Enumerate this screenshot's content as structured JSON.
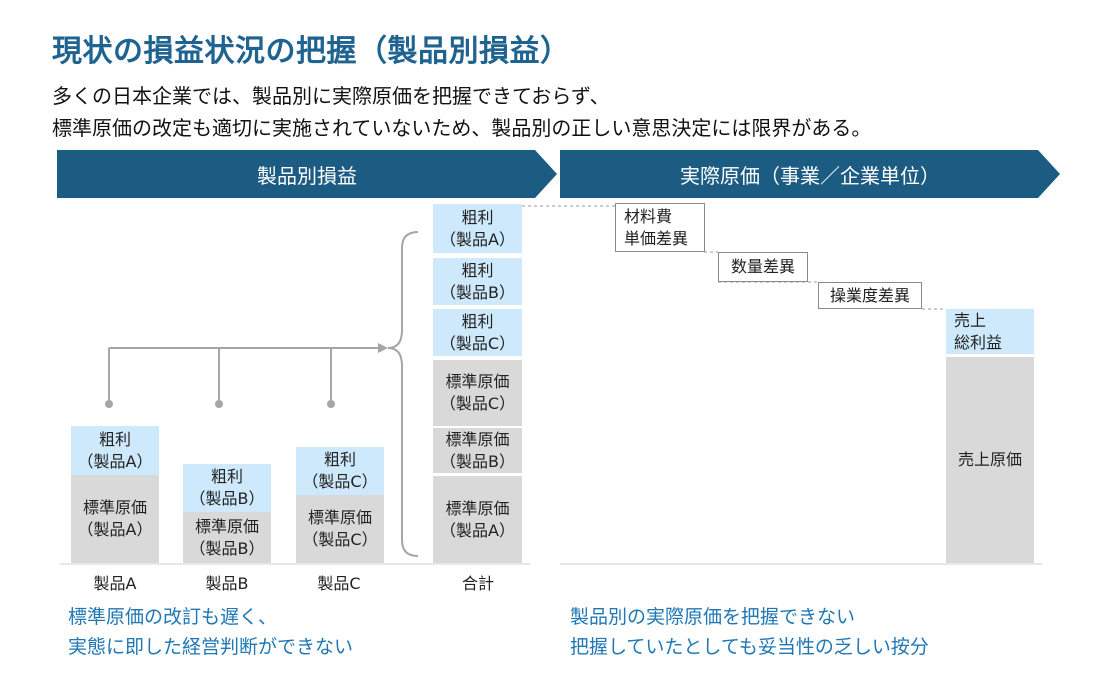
{
  "title": "現状の損益状況の把握（製品別損益）",
  "subtitle_lines": [
    "多くの日本企業では、製品別に実際原価を把握できておらず、",
    "標準原価の改定も適切に実施されていないため、製品別の正しい意思決定には限界がある。"
  ],
  "banner_left": "製品別損益",
  "banner_right": "実際原価（事業／企業単位）",
  "products": {
    "a": {
      "profit": "粗利\n（製品A）",
      "cost": "標準原価\n（製品A）",
      "label": "製品A"
    },
    "b": {
      "profit": "粗利\n（製品B）",
      "cost": "標準原価\n（製品B）",
      "label": "製品B"
    },
    "c": {
      "profit": "粗利\n（製品C）",
      "cost": "標準原価\n（製品C）",
      "label": "製品C"
    }
  },
  "total": {
    "label": "合計",
    "profit_a": "粗利\n（製品A）",
    "profit_b": "粗利\n（製品B）",
    "profit_c": "粗利\n（製品C）",
    "cost_c": "標準原価\n（製品C）",
    "cost_b": "標準原価\n（製品B）",
    "cost_a": "標準原価\n（製品A）"
  },
  "waterfall": {
    "material_variance": "材料費\n単価差異",
    "quantity_variance": "数量差異",
    "operation_variance": "操業度差異",
    "gross_profit": "売上\n総利益",
    "cogs": "売上原価"
  },
  "notes": {
    "left": [
      "標準原価の改訂も遅く、",
      "実態に即した経営判断ができない"
    ],
    "right": [
      "製品別の実際原価を把握できない",
      "把握していたとしても妥当性の乏しい按分"
    ]
  },
  "colors": {
    "title": "#1f6391",
    "banner": "#1c5b82",
    "profit_box": "#cde9fb",
    "cost_box": "#d9d9d9",
    "note_text": "#1f77b4"
  }
}
